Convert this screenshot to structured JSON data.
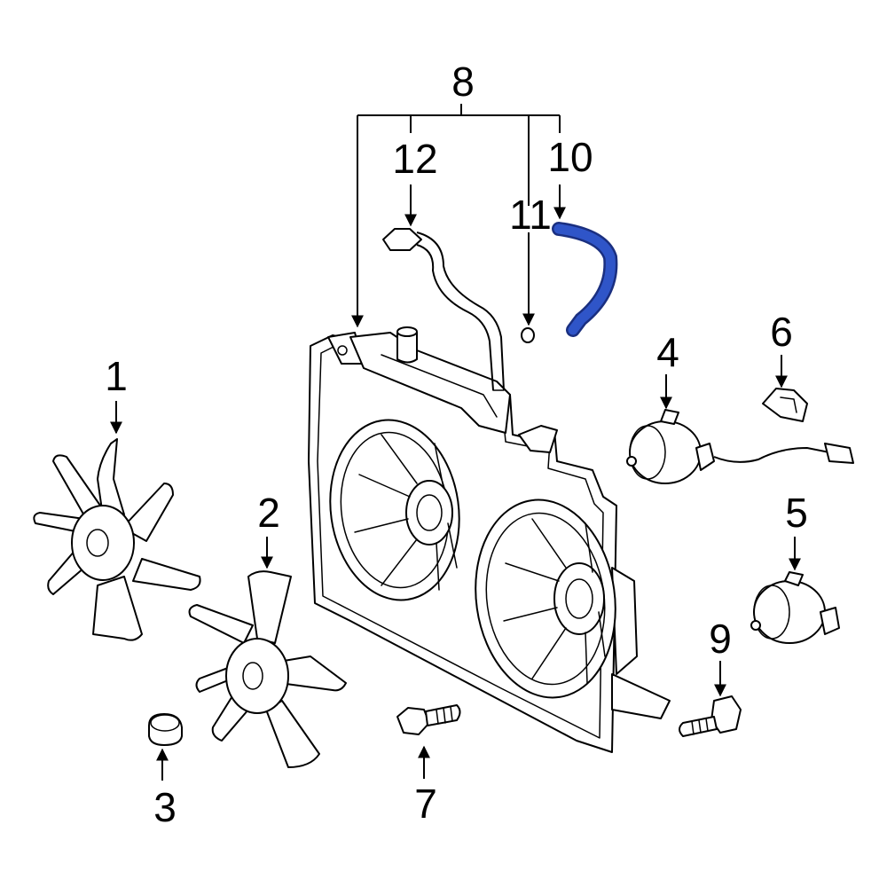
{
  "callouts": [
    {
      "id": "1",
      "label": "1"
    },
    {
      "id": "2",
      "label": "2"
    },
    {
      "id": "3",
      "label": "3"
    },
    {
      "id": "4",
      "label": "4"
    },
    {
      "id": "5",
      "label": "5"
    },
    {
      "id": "6",
      "label": "6"
    },
    {
      "id": "7",
      "label": "7"
    },
    {
      "id": "8",
      "label": "8"
    },
    {
      "id": "9",
      "label": "9"
    },
    {
      "id": "10",
      "label": "10"
    },
    {
      "id": "11",
      "label": "11"
    },
    {
      "id": "12",
      "label": "12"
    }
  ],
  "colors": {
    "line": "#000000",
    "background": "#ffffff",
    "highlight_fill": "#2f55c8",
    "highlight_stroke": "#1a2f80"
  }
}
